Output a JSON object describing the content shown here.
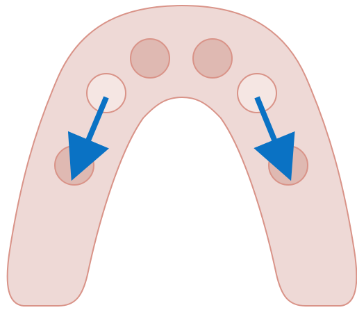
{
  "colors": {
    "background": "#ffffff",
    "arch_fill": "#eed9d6",
    "arch_stroke": "#d99388",
    "site_fill": "#dfb9b2",
    "site_light_fill": "#f5e6e3",
    "arrow": "#0a72c4"
  },
  "diagram": {
    "elements": [
      {
        "name": "arch-shape",
        "kind": "u-shaped arch",
        "description_hidden": true
      },
      {
        "name": "circle-top-left",
        "kind": "filled circle"
      },
      {
        "name": "circle-top-right",
        "kind": "filled circle"
      },
      {
        "name": "circle-upper-left",
        "kind": "light circle"
      },
      {
        "name": "circle-upper-right",
        "kind": "light circle"
      },
      {
        "name": "circle-lower-left",
        "kind": "filled circle"
      },
      {
        "name": "circle-lower-right",
        "kind": "filled circle"
      },
      {
        "name": "arrow-left",
        "kind": "arrow",
        "from": "circle-upper-left",
        "to": "circle-lower-left",
        "icon": "arrow-icon"
      },
      {
        "name": "arrow-right",
        "kind": "arrow",
        "from": "circle-upper-right",
        "to": "circle-lower-right",
        "icon": "arrow-icon"
      }
    ]
  }
}
